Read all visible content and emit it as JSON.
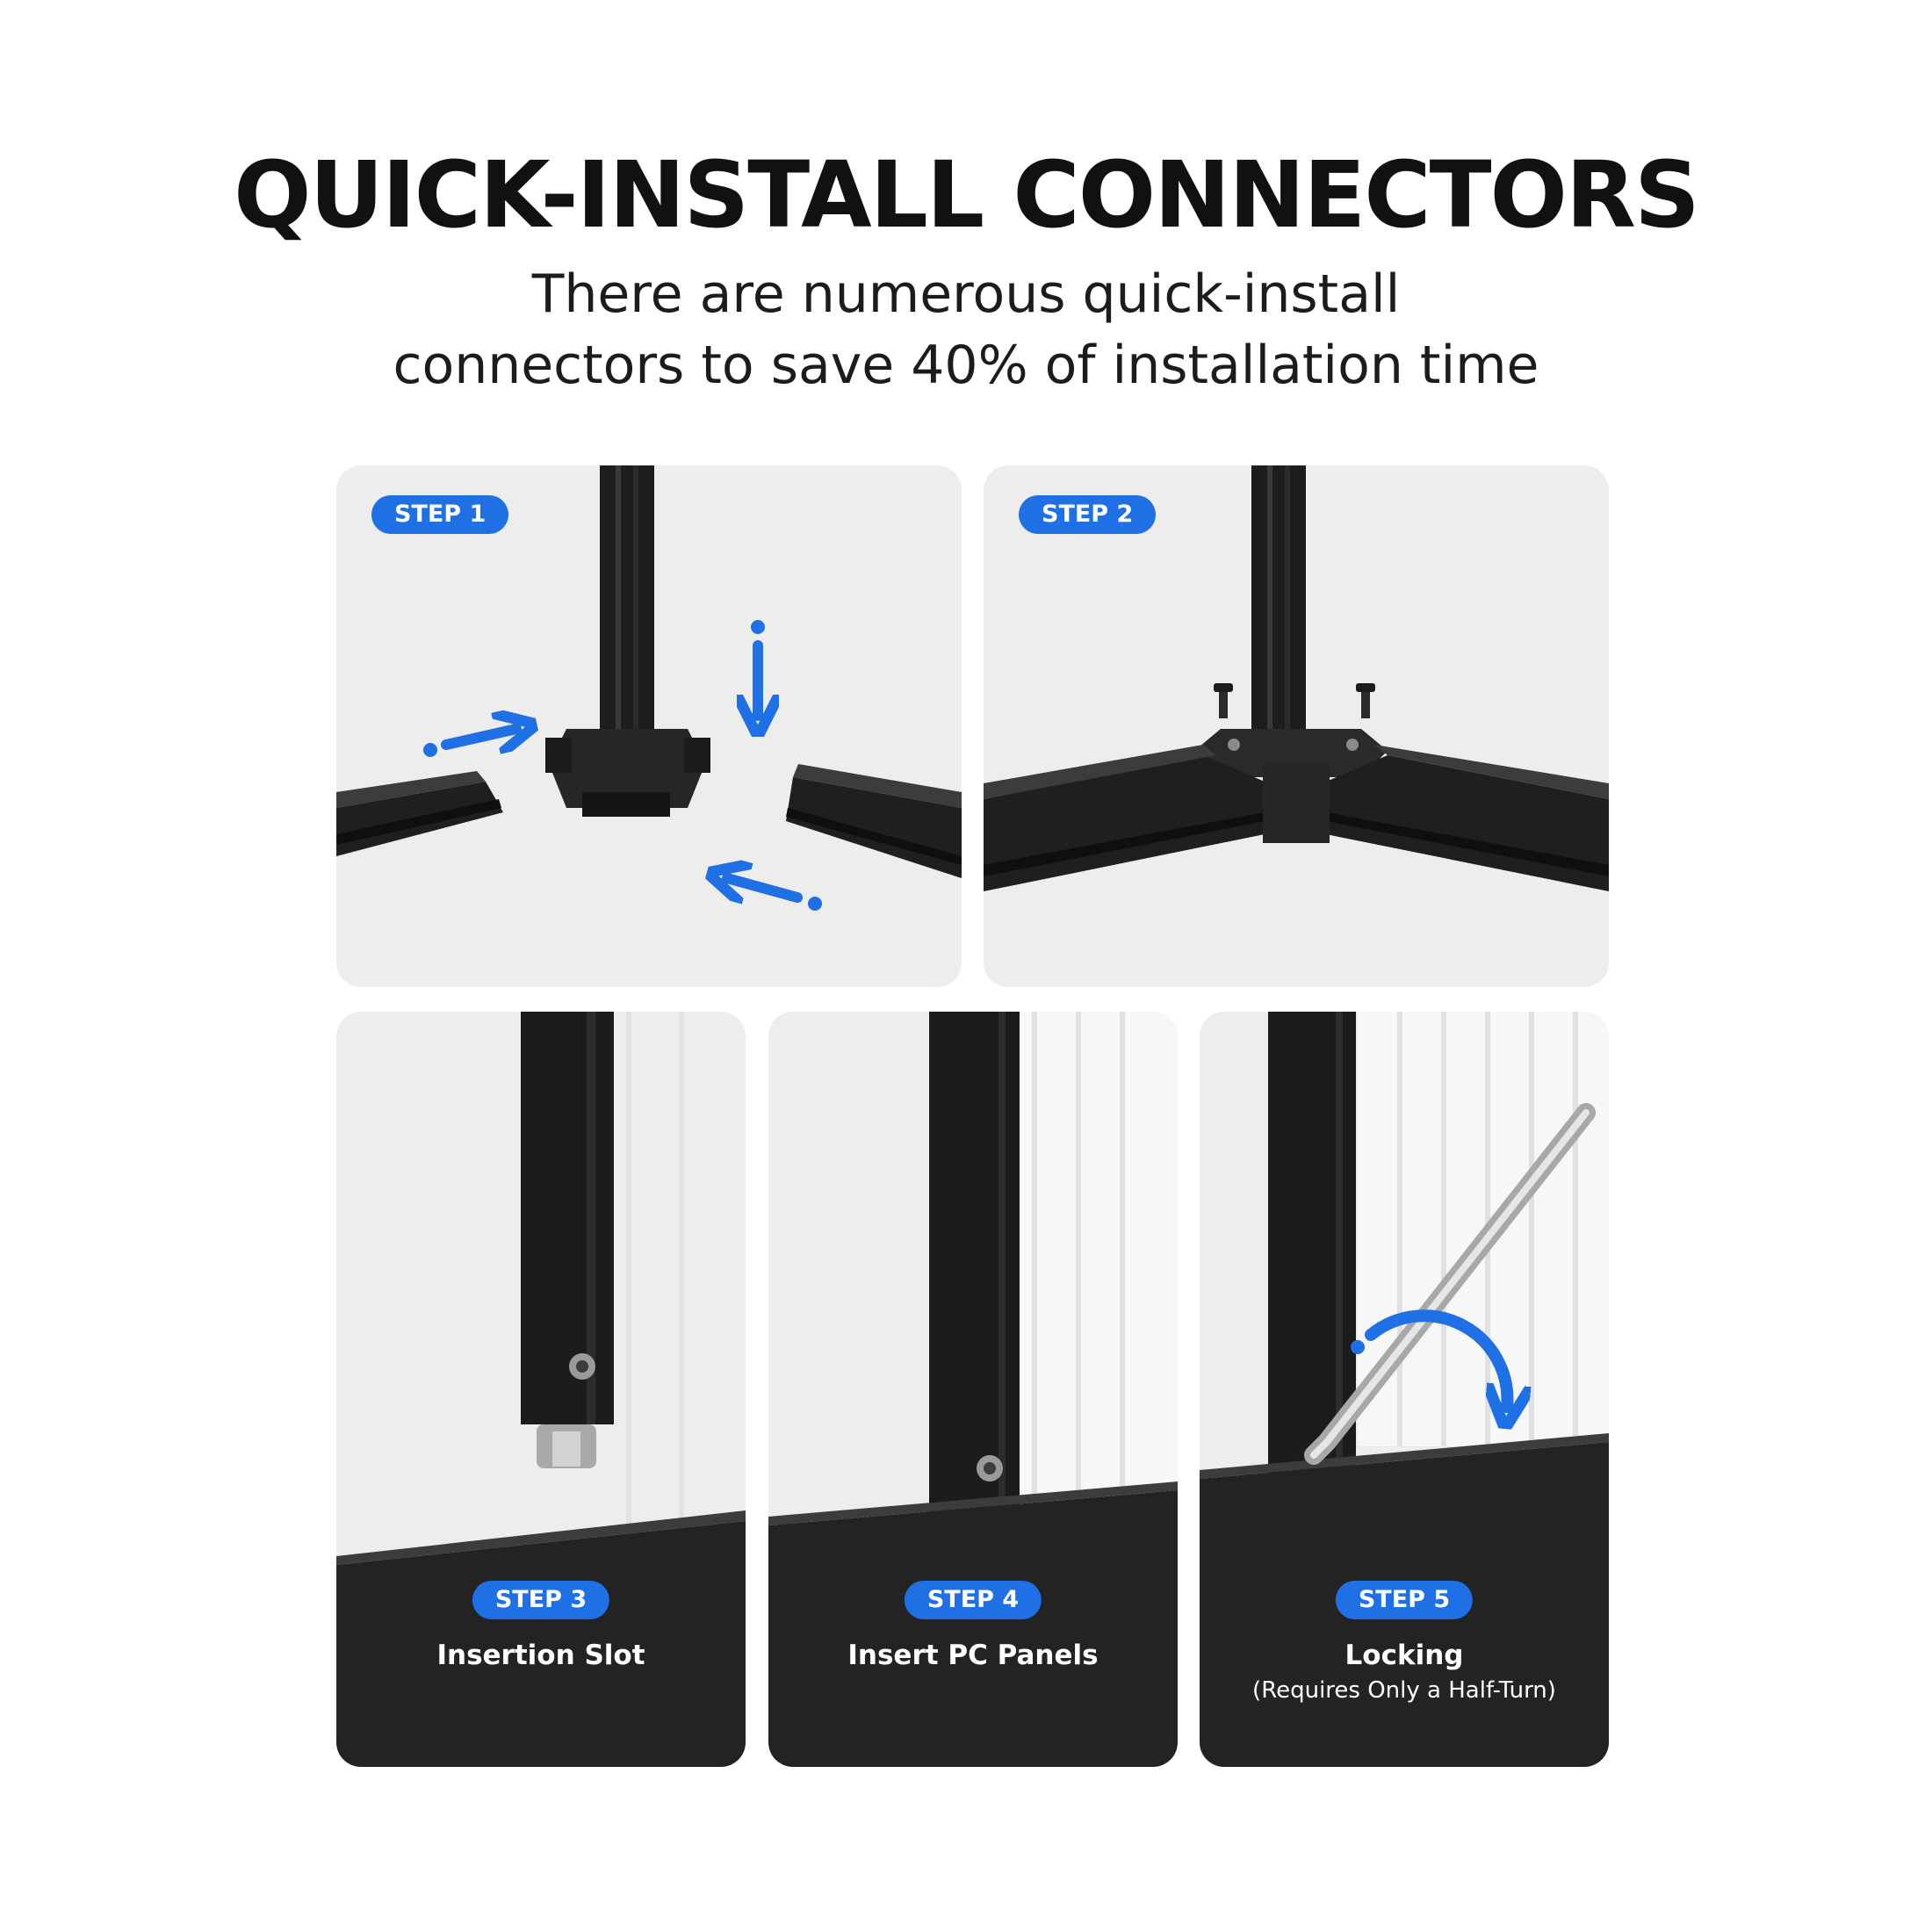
{
  "header": {
    "title": "QUICK-INSTALL CONNECTORS",
    "subtitle_line1": "There are numerous quick-install",
    "subtitle_line2": "connectors to save 40% of installation time"
  },
  "steps": [
    {
      "badge": "STEP 1"
    },
    {
      "badge": "STEP 2"
    },
    {
      "badge": "STEP 3",
      "label": "Insertion Slot"
    },
    {
      "badge": "STEP 4",
      "label": "Insert PC Panels"
    },
    {
      "badge": "STEP 5",
      "label": "Locking",
      "note": "(Requires Only a Half-Turn)"
    }
  ],
  "colors": {
    "accent": "#1f6fe5",
    "frame": "#1b1b1b",
    "panel_background": "#ededed",
    "base_dark": "#232323"
  },
  "icons": [
    "arrow-right-icon",
    "arrow-down-icon",
    "arrow-left-icon",
    "rotate-arrow-icon",
    "screw-icon",
    "hex-key-icon"
  ]
}
